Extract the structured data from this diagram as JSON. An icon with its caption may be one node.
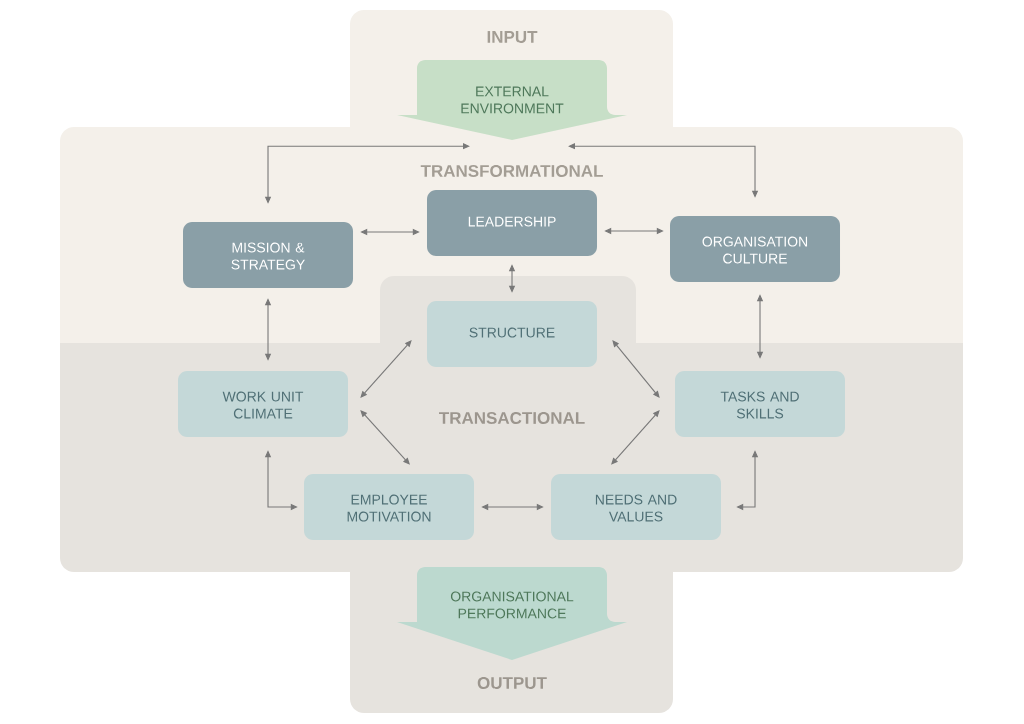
{
  "diagram": {
    "nodes": [
      {
        "text": [
          "EXTERNAL ENVIRONMENT"
        ]
      },
      {
        "text": [
          "MISSION & STRATEGY"
        ]
      },
      {
        "text": [
          "LEADERSHIP"
        ]
      },
      {
        "text": [
          "ORGANISATION CULTURE"
        ]
      },
      {
        "text": [
          "STRUCTURE"
        ]
      },
      {
        "text": [
          "WORK UNIT CLIMATE"
        ]
      },
      {
        "text": [
          "TASKS AND SKILLS"
        ]
      },
      {
        "text": [
          "EMPLOYEE MOTIVATION"
        ]
      },
      {
        "text": [
          "NEEDS AND VALUES"
        ]
      },
      {
        "text": [
          "ORGANISATIONAL PERFORMANCE"
        ]
      }
    ],
    "edges": [
      {
        "from": 1,
        "to": 0,
        "arrow": "both"
      },
      {
        "from": 3,
        "to": 0,
        "arrow": "both"
      },
      {
        "from": 1,
        "to": 2,
        "arrow": "both"
      },
      {
        "from": 2,
        "to": 3,
        "arrow": "both"
      },
      {
        "from": 2,
        "to": 4,
        "arrow": "both"
      },
      {
        "from": 1,
        "to": 5,
        "arrow": "both"
      },
      {
        "from": 3,
        "to": 6,
        "arrow": "both"
      },
      {
        "from": 4,
        "to": 5,
        "arrow": "both"
      },
      {
        "from": 4,
        "to": 6,
        "arrow": "both"
      },
      {
        "from": 5,
        "to": 7,
        "arrow": "both"
      },
      {
        "from": 6,
        "to": 8,
        "arrow": "both"
      },
      {
        "from": 5,
        "to": 7,
        "arrow": "both"
      },
      {
        "from": 7,
        "to": 8,
        "arrow": "both"
      },
      {
        "from": 8,
        "to": 6,
        "arrow": "both"
      }
    ],
    "labels": [
      "INPUT",
      "TRANSFORMATIONAL",
      "TRANSACTIONAL",
      "OUTPUT"
    ]
  }
}
